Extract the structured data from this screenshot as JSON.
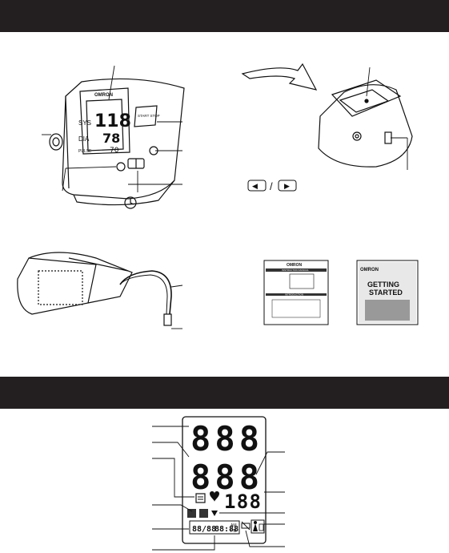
{
  "brand": "OMRON",
  "monitor": {
    "screen_labels": {
      "sys": "SYS",
      "dia": "DIA",
      "pulse": "PULSE"
    },
    "lcd_sys": "118",
    "lcd_dia": "78",
    "lcd_pulse": "70",
    "start_stop_label": "START STOP"
  },
  "arrow_keys_caption": {
    "left": "◀",
    "separator": "/",
    "right": "▶"
  },
  "manuals": {
    "instruction_title": "INSTRUCTION MANUAL",
    "introduction_heading": "INTRODUCTION",
    "getting_started": [
      "GETTING",
      "STARTED"
    ]
  },
  "display": {
    "sys_digits": "888",
    "dia_digits": "888",
    "pulse_digits": "188",
    "date": "88/88",
    "time": "88:88",
    "am": "AM",
    "pm": "PM"
  }
}
